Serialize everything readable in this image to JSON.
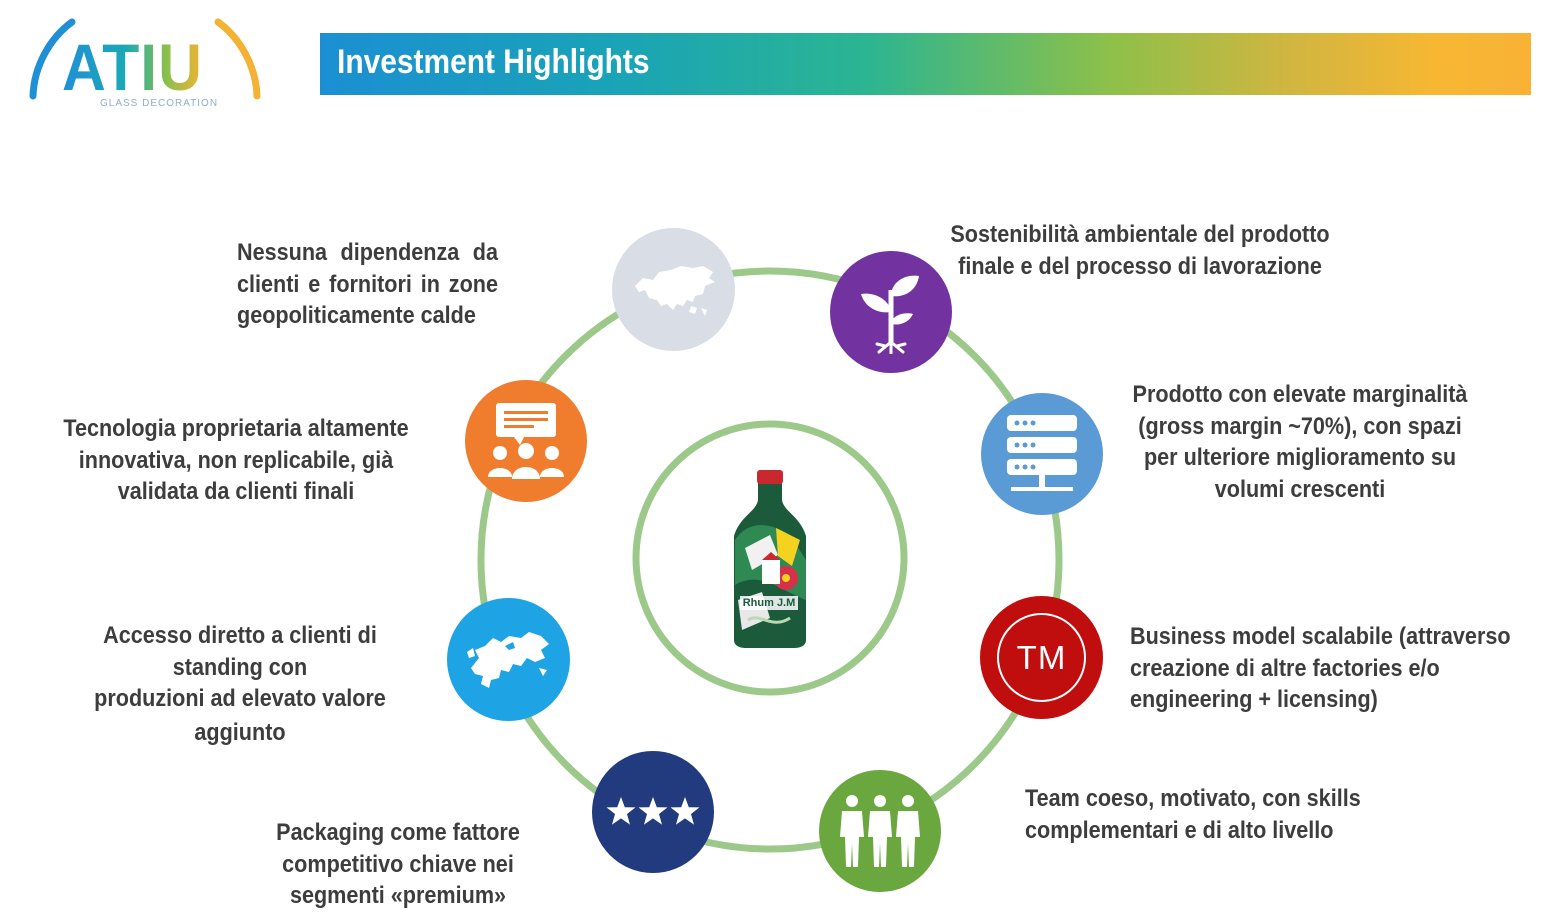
{
  "logo": {
    "word": "ATIU",
    "subtitle": "GLASS DECORATION"
  },
  "header": {
    "title": "Investment Highlights"
  },
  "center": {
    "image": "rhum-bottle",
    "bottle_label": "Rhum J.M"
  },
  "highlights": [
    {
      "id": "geopolitics",
      "icon": "asia-map-icon",
      "color": "#d9dde6",
      "lines": [
        "Nessuna dipendenza da",
        "clienti e fornitori in zone",
        "geopoliticamente calde"
      ]
    },
    {
      "id": "sustainability",
      "icon": "plant-icon",
      "color": "#7232a0",
      "lines": [
        "Sostenibilità ambientale del prodotto",
        "finale e del processo di lavorazione"
      ]
    },
    {
      "id": "technology",
      "icon": "presentation-audience-icon",
      "color": "#ef7d2d",
      "lines": [
        "Tecnologia proprietaria altamente",
        "innovativa, non replicabile, già",
        "validata da clienti finali"
      ]
    },
    {
      "id": "margins",
      "icon": "server-icon",
      "color": "#5b9bd5",
      "lines": [
        "Prodotto con elevate marginalità",
        "(gross margin ~70%), con spazi",
        "per ulteriore miglioramento su",
        "volumi crescenti"
      ]
    },
    {
      "id": "customers",
      "icon": "europe-map-icon",
      "color": "#1ea3e4",
      "lines": [
        "Accesso diretto a clienti di",
        "standing con",
        "produzioni ad elevato valore",
        "aggiunto"
      ]
    },
    {
      "id": "business-model",
      "icon": "trademark-icon",
      "icon_text": "TM",
      "color": "#c00d0d",
      "lines": [
        "Business model scalabile (attraverso",
        "creazione di altre factories e/o",
        "engineering + licensing)"
      ]
    },
    {
      "id": "packaging",
      "icon": "three-stars-icon",
      "color": "#223b7e",
      "lines": [
        "Packaging come fattore",
        "competitivo chiave nei",
        "segmenti «premium»"
      ]
    },
    {
      "id": "team",
      "icon": "team-people-icon",
      "color": "#6aa73f",
      "lines": [
        "Team coeso, motivato, con skills",
        "complementari e di alto livello"
      ]
    }
  ],
  "colors": {
    "ring": "#9cc98a",
    "text": "#3d3d3d",
    "bar_start": "#1b8fd3",
    "bar_end": "#f9b234"
  }
}
